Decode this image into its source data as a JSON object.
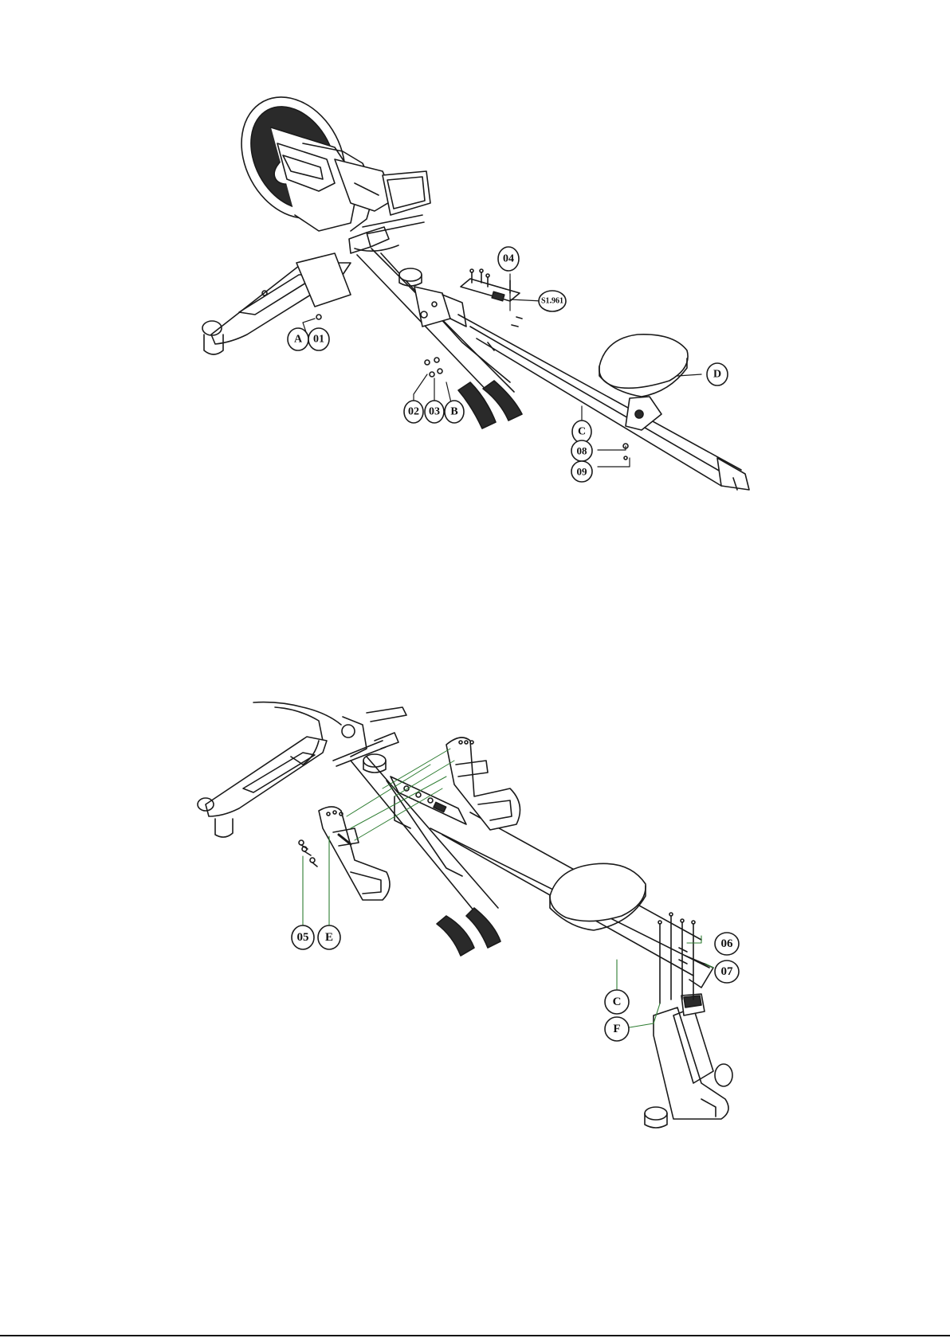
{
  "document": {
    "type": "assembly-instructions",
    "colors": {
      "ink": "#1a1a1a",
      "leader": "#2e7d32",
      "paper": "#ffffff",
      "fill": "#2a2a2a"
    }
  },
  "figures": [
    {
      "id": "figure-1",
      "callouts": [
        "04",
        "S1.961",
        "D",
        "A",
        "01",
        "02",
        "03",
        "B",
        "C",
        "08",
        "09"
      ]
    },
    {
      "id": "figure-2",
      "callouts": [
        "05",
        "E",
        "06",
        "07",
        "C",
        "F"
      ]
    }
  ]
}
